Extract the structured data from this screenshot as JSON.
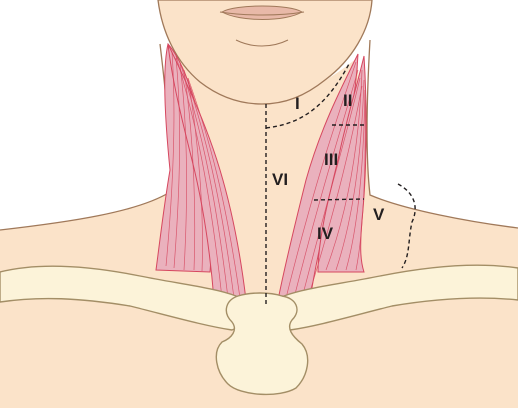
{
  "colors": {
    "skin": "#fbe3c9",
    "skin_outline": "#a0795a",
    "muscle_fill": "#eab1bd",
    "muscle_line": "#d6475f",
    "bone_fill": "#fcf3d9",
    "bone_outline": "#a38e66",
    "boundary_dash": "#231f20",
    "label_text": "#231f20",
    "lip": "#e8b9a8"
  },
  "level_labels": {
    "level_i": "I",
    "level_ii": "II",
    "level_iii": "III",
    "level_iv": "IV",
    "level_v": "V",
    "level_vi": "VI"
  }
}
